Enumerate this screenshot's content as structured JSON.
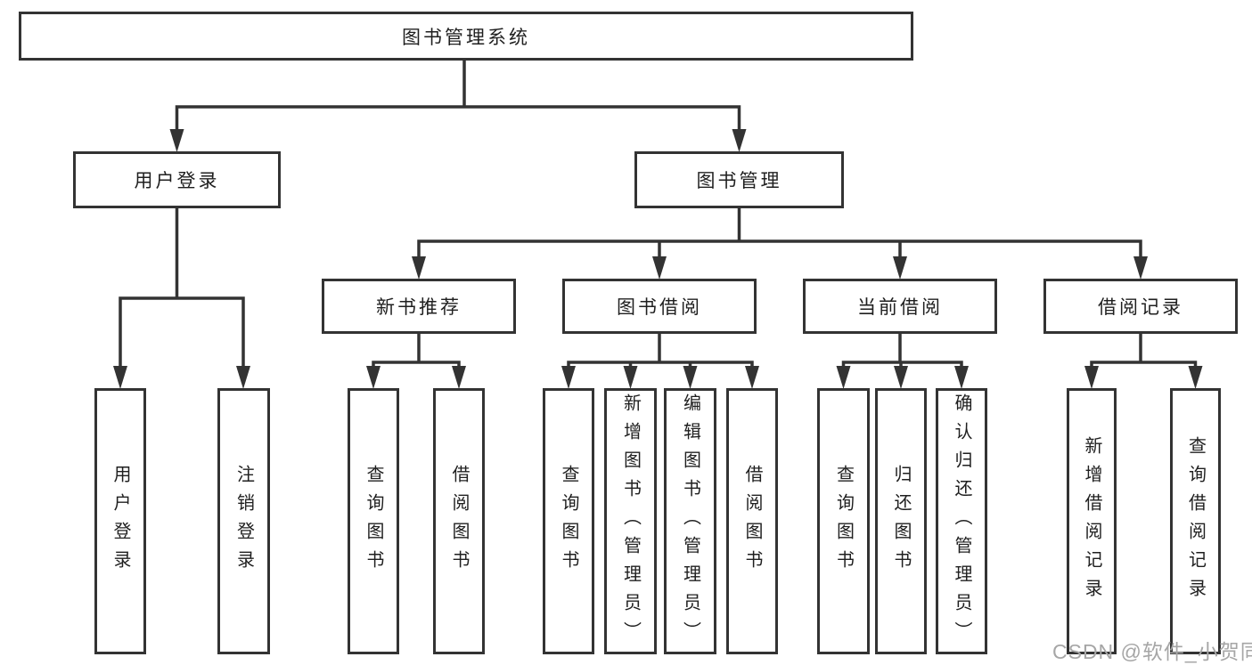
{
  "diagram": {
    "root": {
      "label": "图书管理系统"
    },
    "level2": [
      {
        "label": "用户登录"
      },
      {
        "label": "图书管理"
      }
    ],
    "level3": [
      {
        "label": "新书推荐"
      },
      {
        "label": "图书借阅"
      },
      {
        "label": "当前借阅"
      },
      {
        "label": "借阅记录"
      }
    ],
    "leaves": [
      {
        "label": "用户登录"
      },
      {
        "label": "注销登录"
      },
      {
        "label": "查询图书"
      },
      {
        "label": "借阅图书"
      },
      {
        "label": "查询图书"
      },
      {
        "label": "新增图书（管理员）"
      },
      {
        "label": "编辑图书（管理员）"
      },
      {
        "label": "借阅图书"
      },
      {
        "label": "查询图书"
      },
      {
        "label": "归还图书"
      },
      {
        "label": "确认归还（管理员）"
      },
      {
        "label": "新增借阅记录"
      },
      {
        "label": "查询借阅记录"
      }
    ]
  },
  "watermark": {
    "text": "CSDN @软件_小贺同学"
  },
  "colors": {
    "line": "#333333",
    "box_border": "#333333",
    "text": "#1f1f1f",
    "background": "#ffffff",
    "watermark": "#a6a6a6"
  }
}
